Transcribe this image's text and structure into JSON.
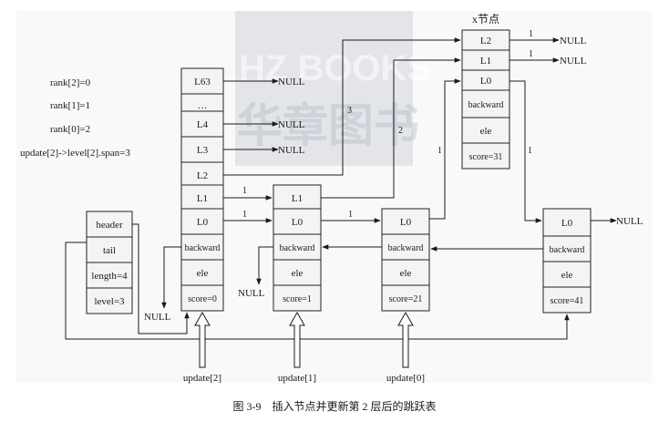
{
  "watermark": {
    "brand": "HZ BOOKS",
    "chinese": "华章图书"
  },
  "left_text": {
    "rank2": "rank[2]=0",
    "rank1": "rank[1]=1",
    "rank0": "rank[0]=2",
    "update_span": "update[2]->level[2].span=3"
  },
  "header_struct": {
    "header": "header",
    "tail": "tail",
    "length": "length=4",
    "level": "level=3"
  },
  "head_node": {
    "levels": [
      "L63",
      "…",
      "L4",
      "L3",
      "L2",
      "L1",
      "L0"
    ],
    "backward": "backward",
    "ele": "ele",
    "score": "score=0"
  },
  "node1": {
    "levels": [
      "L1",
      "L0"
    ],
    "backward": "backward",
    "ele": "ele",
    "score": "score=1"
  },
  "node21": {
    "levels": [
      "L0"
    ],
    "backward": "backward",
    "ele": "ele",
    "score": "score=21"
  },
  "xnode": {
    "title": "x节点",
    "levels": [
      "L2",
      "L1",
      "L0"
    ],
    "backward": "backward",
    "ele": "ele",
    "score": "score=31"
  },
  "node41": {
    "levels": [
      "L0"
    ],
    "backward": "backward",
    "ele": "ele",
    "score": "score=41"
  },
  "null_text": "NULL",
  "spans": {
    "x_l2": "1",
    "x_l1": "1",
    "x_l0_to_41": "1",
    "h_l2": "3",
    "h_l1": "1",
    "h_l0": "1",
    "n1_l1": "2",
    "n1_l0": "1",
    "n21_l0": "1"
  },
  "update_labels": {
    "u2": "update[2]",
    "u1": "update[1]",
    "u0": "update[0]"
  },
  "caption": "图 3-9　插入节点并更新第 2 层后的跳跃表"
}
